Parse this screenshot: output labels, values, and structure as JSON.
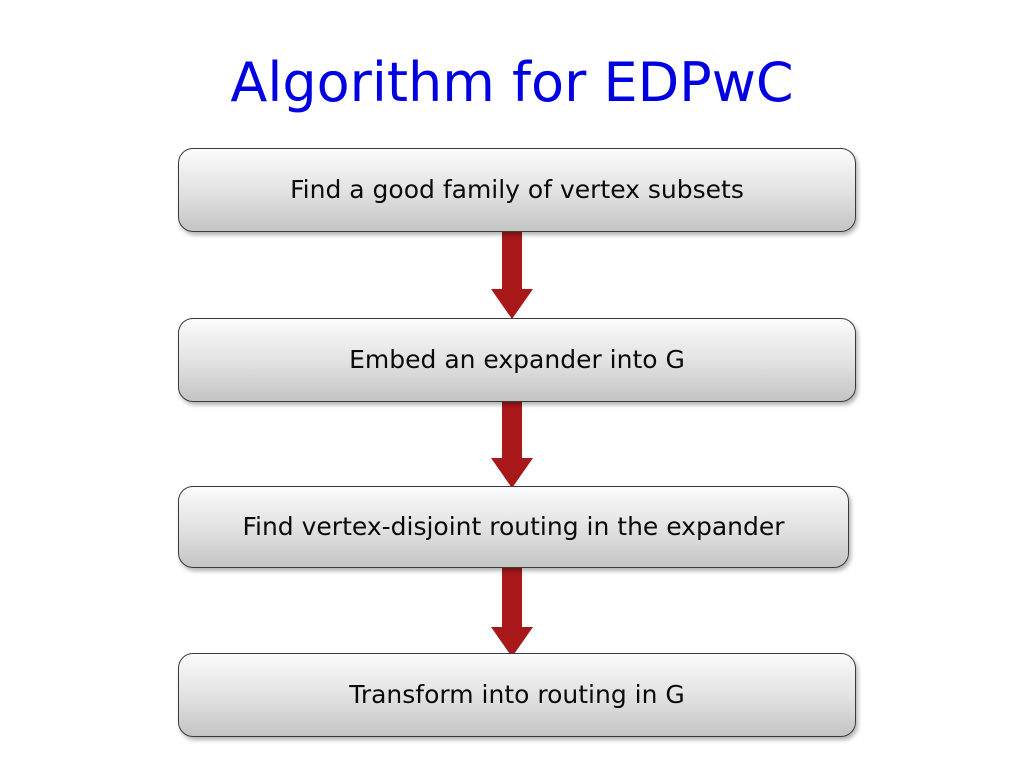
{
  "slide": {
    "title": "Algorithm for EDPwC",
    "title_color": "#0000E0",
    "background_color": "#FFFFFF"
  },
  "flow": {
    "arrow_color": "#A81818",
    "box_border_color": "#3A3A3A",
    "box_text_color": "#0A0A0A",
    "steps": [
      {
        "id": "step-1",
        "label": "Find a good family of vertex subsets"
      },
      {
        "id": "step-2",
        "label": "Embed an expander into G"
      },
      {
        "id": "step-3",
        "label": "Find vertex-disjoint routing in the expander"
      },
      {
        "id": "step-4",
        "label": "Transform into routing in G"
      }
    ],
    "connectors": [
      {
        "id": "connector-1",
        "from": "step-1",
        "to": "step-2",
        "icon": "arrow-down-icon"
      },
      {
        "id": "connector-2",
        "from": "step-2",
        "to": "step-3",
        "icon": "arrow-down-icon"
      },
      {
        "id": "connector-3",
        "from": "step-3",
        "to": "step-4",
        "icon": "arrow-down-icon"
      }
    ]
  }
}
